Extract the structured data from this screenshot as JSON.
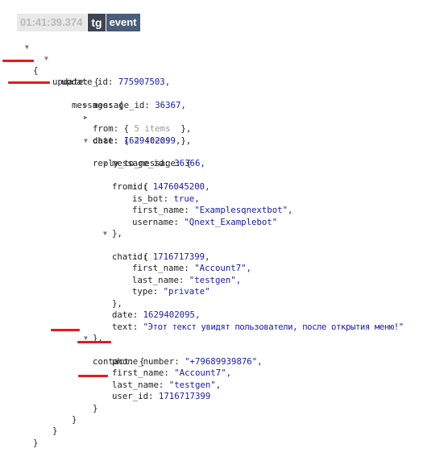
{
  "header": {
    "time": "01:41:39.374",
    "tg": "tg",
    "event": "event"
  },
  "tree": {
    "open_root": "{",
    "update_key": "update: {",
    "update_id_key": "update_id: ",
    "update_id": "775907503,",
    "message_key": "message: {",
    "message_id_key": "message_id: ",
    "message_id": "36367,",
    "from_collapsed_key": "from: {",
    "from_collapsed_items": " 5 items ",
    "from_collapsed_close": " },",
    "chat_collapsed_key": "chat: {",
    "chat_collapsed_items": " 4 items ",
    "chat_collapsed_close": " },",
    "date_key": "date: ",
    "date": "1629402099,",
    "reply_key": "reply_to_message: {",
    "reply_message_id_key": "message_id: ",
    "reply_message_id": "36366,",
    "from_key": "from: {",
    "from_id_key": "id: ",
    "from_id": "1476045200,",
    "is_bot_key": "is_bot: ",
    "is_bot": "true,",
    "from_first_name_key": "first_name: ",
    "from_first_name": "\"Examplesqnextbot\",",
    "username_key": "username: ",
    "username": "\"Qnext_Examplebot\"",
    "close_from": "},",
    "chat_key": "chat: {",
    "chat_id_key": "id: ",
    "chat_id": "1716717399,",
    "chat_first_name_key": "first_name: ",
    "chat_first_name": "\"Account7\",",
    "chat_last_name_key": "last_name: ",
    "chat_last_name": "\"testgen\",",
    "type_key": "type: ",
    "type": "\"private\"",
    "close_chat": "},",
    "reply_date_key": "date: ",
    "reply_date": "1629402095,",
    "text_key": "text: ",
    "text": "\"Этот текст увидят пользователи, после открытия меню!\"",
    "close_reply": "},",
    "contact_key": "contact: {",
    "phone_key": "phone_number: ",
    "phone": "\"+79689939876\",",
    "contact_first_name_key": "first_name: ",
    "contact_first_name": "\"Account7\",",
    "contact_last_name_key": "last_name: ",
    "contact_last_name": "\"testgen\",",
    "user_id_key": "user_id: ",
    "user_id": "1716717399",
    "close_contact": "}",
    "close_message": "}",
    "close_update": "}",
    "close_root": "}"
  },
  "colors": {
    "annotation": "#e51b1b",
    "value": "#1a1aa6",
    "tag_dark": "#3d4452",
    "tag_event": "#4a5e7a"
  }
}
